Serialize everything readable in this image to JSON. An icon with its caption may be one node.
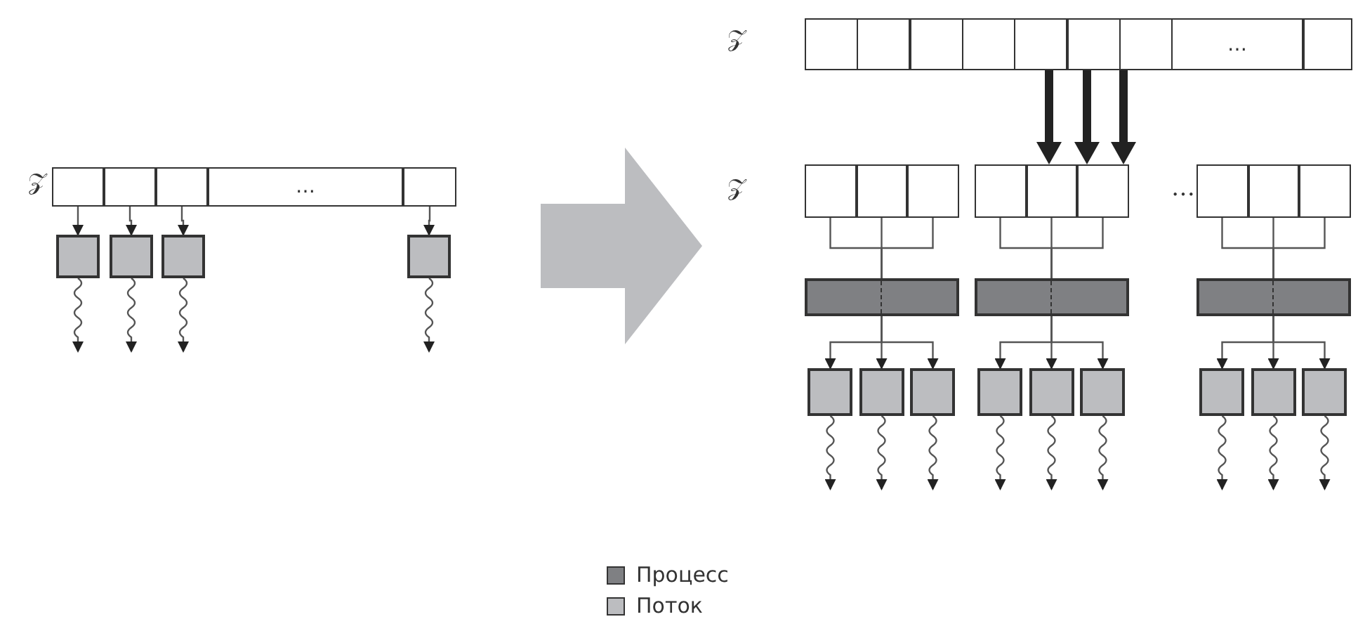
{
  "diagram": {
    "nodes": [
      {
        "text": [],
        "shape": "box"
      },
      {
        "text": [],
        "shape": "box"
      },
      {
        "text": [],
        "shape": "box"
      },
      {
        "text": [
          "…"
        ]
      },
      {
        "text": [],
        "shape": "box"
      },
      {
        "text": [],
        "shape": "box"
      },
      {
        "text": [],
        "shape": "box"
      },
      {
        "text": [],
        "shape": "box"
      },
      {
        "text": [],
        "shape": "box"
      },
      {
        "text": [],
        "shape": "box"
      },
      {
        "text": [],
        "shape": "box"
      },
      {
        "text": [],
        "shape": "box"
      },
      {
        "text": [],
        "shape": "box"
      },
      {
        "text": [],
        "shape": "box"
      },
      {
        "text": [],
        "shape": "box"
      },
      {
        "text": [],
        "shape": "box"
      },
      {
        "text": [
          "…"
        ]
      },
      {
        "text": [],
        "shape": "box"
      },
      {
        "text": [],
        "shape": "box"
      },
      {
        "text": [],
        "shape": "box"
      },
      {
        "text": [],
        "shape": "box"
      },
      {
        "text": [],
        "shape": "box"
      },
      {
        "text": [],
        "shape": "box"
      },
      {
        "text": [],
        "shape": "box"
      },
      {
        "text": [],
        "shape": "box"
      },
      {
        "text": [],
        "shape": "box"
      },
      {
        "text": [],
        "shape": "box"
      },
      {
        "text": [],
        "shape": "bar"
      },
      {
        "text": [],
        "shape": "bar"
      },
      {
        "text": [],
        "shape": "bar"
      },
      {
        "text": [],
        "shape": "box"
      },
      {
        "text": [],
        "shape": "box"
      },
      {
        "text": [],
        "shape": "box"
      },
      {
        "text": [],
        "shape": "box"
      },
      {
        "text": [],
        "shape": "box"
      },
      {
        "text": [],
        "shape": "box"
      },
      {
        "text": [],
        "shape": "box"
      },
      {
        "text": [],
        "shape": "box"
      },
      {
        "text": [],
        "shape": "box"
      }
    ],
    "edges": [
      {
        "from": 0,
        "to": 5,
        "arrow": "to"
      },
      {
        "from": 1,
        "to": 6,
        "arrow": "to"
      },
      {
        "from": 2,
        "to": 7,
        "arrow": "to"
      },
      {
        "from": 4,
        "to": 8,
        "arrow": "to"
      },
      {
        "from": 5,
        "to": null,
        "arrow": "to"
      },
      {
        "from": 6,
        "to": null,
        "arrow": "to"
      },
      {
        "from": 7,
        "to": null,
        "arrow": "to"
      },
      {
        "from": 8,
        "to": null,
        "arrow": "to"
      },
      {
        "from": 13,
        "to": 22,
        "arrow": "to",
        "style": "thick"
      },
      {
        "from": 14,
        "to": 23,
        "arrow": "to",
        "style": "thick"
      },
      {
        "from": 15,
        "to": 23,
        "arrow": "to",
        "style": "thick"
      },
      {
        "from": 18,
        "to": 27,
        "arrow": "none"
      },
      {
        "from": 19,
        "to": 27,
        "arrow": "none"
      },
      {
        "from": 20,
        "to": 27,
        "arrow": "none"
      },
      {
        "from": 21,
        "to": 28,
        "arrow": "none"
      },
      {
        "from": 22,
        "to": 28,
        "arrow": "none"
      },
      {
        "from": 23,
        "to": 28,
        "arrow": "none"
      },
      {
        "from": 24,
        "to": 29,
        "arrow": "none"
      },
      {
        "from": 25,
        "to": 29,
        "arrow": "none"
      },
      {
        "from": 26,
        "to": 29,
        "arrow": "none"
      },
      {
        "from": 27,
        "to": 30,
        "arrow": "to"
      },
      {
        "from": 27,
        "to": 31,
        "arrow": "to"
      },
      {
        "from": 27,
        "to": 32,
        "arrow": "to"
      },
      {
        "from": 28,
        "to": 33,
        "arrow": "to"
      },
      {
        "from": 28,
        "to": 34,
        "arrow": "to"
      },
      {
        "from": 28,
        "to": 35,
        "arrow": "to"
      },
      {
        "from": 29,
        "to": 36,
        "arrow": "to"
      },
      {
        "from": 29,
        "to": 37,
        "arrow": "to"
      },
      {
        "from": 29,
        "to": 38,
        "arrow": "to"
      },
      {
        "from": 30,
        "to": null,
        "arrow": "to"
      },
      {
        "from": 31,
        "to": null,
        "arrow": "to"
      },
      {
        "from": 32,
        "to": null,
        "arrow": "to"
      },
      {
        "from": 33,
        "to": null,
        "arrow": "to"
      },
      {
        "from": 34,
        "to": null,
        "arrow": "to"
      },
      {
        "from": 35,
        "to": null,
        "arrow": "to"
      },
      {
        "from": 36,
        "to": null,
        "arrow": "to"
      },
      {
        "from": 37,
        "to": null,
        "arrow": "to"
      },
      {
        "from": 38,
        "to": null,
        "arrow": "to"
      }
    ],
    "labels": [
      "𝒵",
      "𝒵",
      "𝒵",
      "…"
    ],
    "legend": [
      {
        "text": "Процесс",
        "color": "#7f8083"
      },
      {
        "text": "Поток",
        "color": "#bcbdc0"
      }
    ]
  }
}
